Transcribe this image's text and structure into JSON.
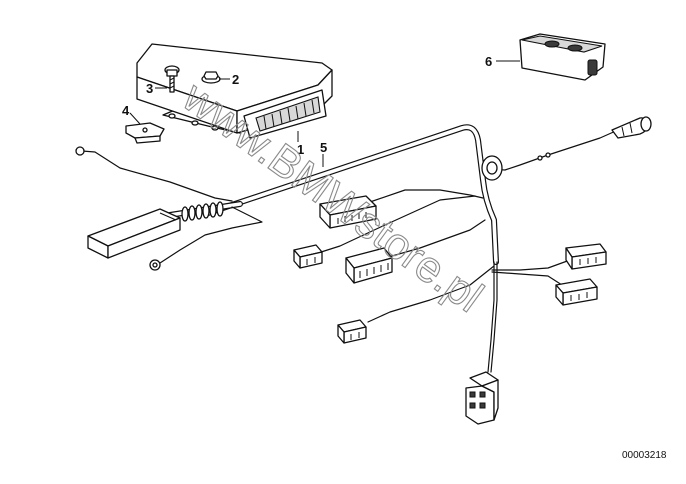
{
  "callouts": {
    "c1": "1",
    "c2": "2",
    "c3": "3",
    "c4": "4",
    "c5": "5",
    "c6": "6"
  },
  "watermark": "www.BMWstore.pl",
  "document_number": "00003218"
}
